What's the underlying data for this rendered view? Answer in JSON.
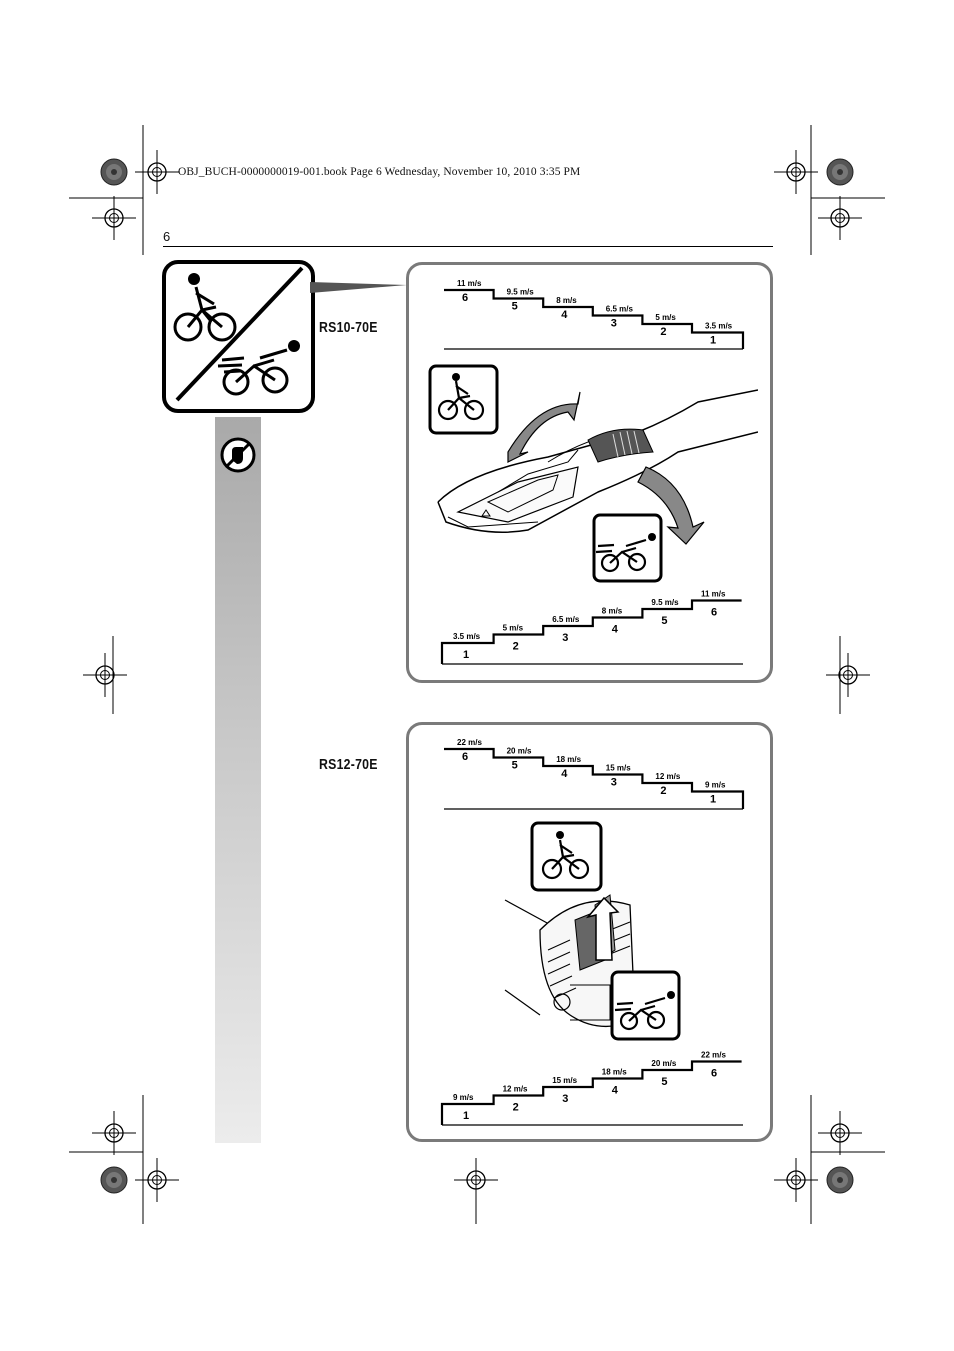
{
  "header": {
    "file_line": "OBJ_BUCH-0000000019-001.book  Page 6  Wednesday, November 10, 2010  3:35 PM",
    "page_number": "6"
  },
  "models": [
    {
      "label": "RS10-70E",
      "stairs_top": [
        {
          "level": "6",
          "speed": "11 m/s"
        },
        {
          "level": "5",
          "speed": "9.5 m/s"
        },
        {
          "level": "4",
          "speed": "8 m/s"
        },
        {
          "level": "3",
          "speed": "6.5 m/s"
        },
        {
          "level": "2",
          "speed": "5 m/s"
        },
        {
          "level": "1",
          "speed": "3.5 m/s"
        }
      ],
      "stairs_bottom": [
        {
          "level": "1",
          "speed": "3.5 m/s"
        },
        {
          "level": "2",
          "speed": "5 m/s"
        },
        {
          "level": "3",
          "speed": "6.5 m/s"
        },
        {
          "level": "4",
          "speed": "8 m/s"
        },
        {
          "level": "5",
          "speed": "9.5 m/s"
        },
        {
          "level": "6",
          "speed": "11 m/s"
        }
      ]
    },
    {
      "label": "RS12-70E",
      "stairs_top": [
        {
          "level": "6",
          "speed": "22 m/s"
        },
        {
          "level": "5",
          "speed": "20 m/s"
        },
        {
          "level": "4",
          "speed": "18 m/s"
        },
        {
          "level": "3",
          "speed": "15 m/s"
        },
        {
          "level": "2",
          "speed": "12 m/s"
        },
        {
          "level": "1",
          "speed": "9 m/s"
        }
      ],
      "stairs_bottom": [
        {
          "level": "1",
          "speed": "9 m/s"
        },
        {
          "level": "2",
          "speed": "12 m/s"
        },
        {
          "level": "3",
          "speed": "15 m/s"
        },
        {
          "level": "4",
          "speed": "18 m/s"
        },
        {
          "level": "5",
          "speed": "20 m/s"
        },
        {
          "level": "6",
          "speed": "22 m/s"
        }
      ]
    }
  ],
  "icons": {
    "speed_symbol": "slow-fast-cyclist-icon",
    "usage_symbol": "hand-touch-prohibited-icon",
    "slow": "slow-cyclist-icon",
    "fast": "fast-cyclist-icon"
  }
}
